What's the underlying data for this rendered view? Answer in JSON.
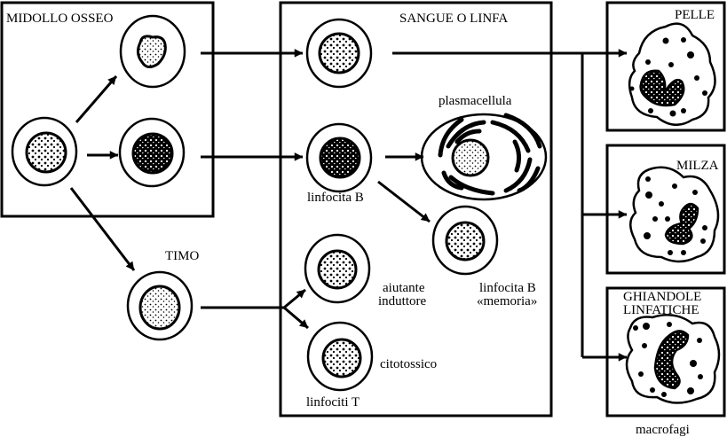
{
  "diagram": {
    "compartments": {
      "bone_marrow": "MIDOLLO OSSEO",
      "blood_lymph": "SANGUE O LINFA",
      "thymus": "TIMO",
      "skin": "PELLE",
      "spleen": "MILZA",
      "lymph_glands_line1": "GHIANDOLE",
      "lymph_glands_line2": "LINFATICHE"
    },
    "cells": {
      "plasma_cell": "plasmacellula",
      "b_lymphocyte": "linfocita B",
      "memory_b_line1": "linfocita B",
      "memory_b_line2": "«memoria»",
      "helper_line1": "aiutante",
      "helper_line2": "induttore",
      "cytotoxic": "citotossico",
      "t_lymphocytes": "linfociti T",
      "macrophages": "macrofagi"
    },
    "colors": {
      "ink": "#000000",
      "background": "#ffffff"
    }
  }
}
